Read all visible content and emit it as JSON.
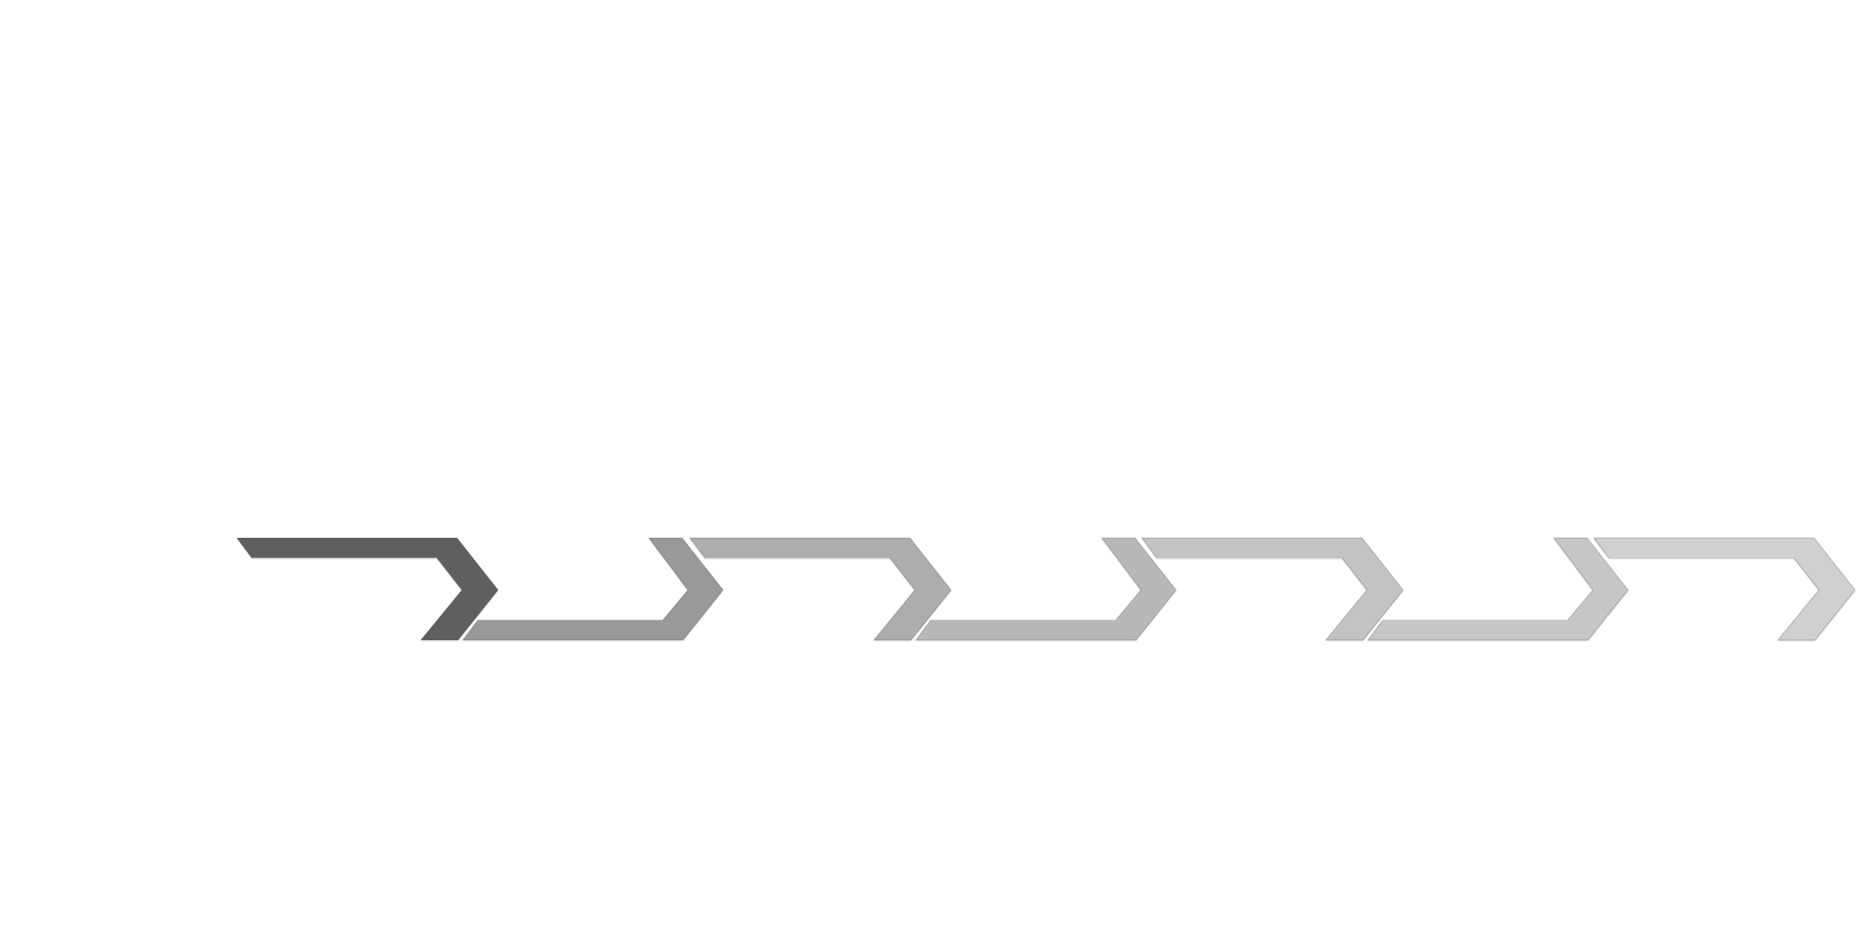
{
  "process_flow": {
    "segments": [
      {
        "orientation": "upper",
        "color": "#5e5e5e"
      },
      {
        "orientation": "lower",
        "color": "#999999"
      },
      {
        "orientation": "upper",
        "color": "#adadad"
      },
      {
        "orientation": "lower",
        "color": "#b8b8b8"
      },
      {
        "orientation": "upper",
        "color": "#c3c3c3"
      },
      {
        "orientation": "lower",
        "color": "#c6c6c6"
      },
      {
        "orientation": "upper",
        "color": "#d0d0d0"
      }
    ]
  }
}
